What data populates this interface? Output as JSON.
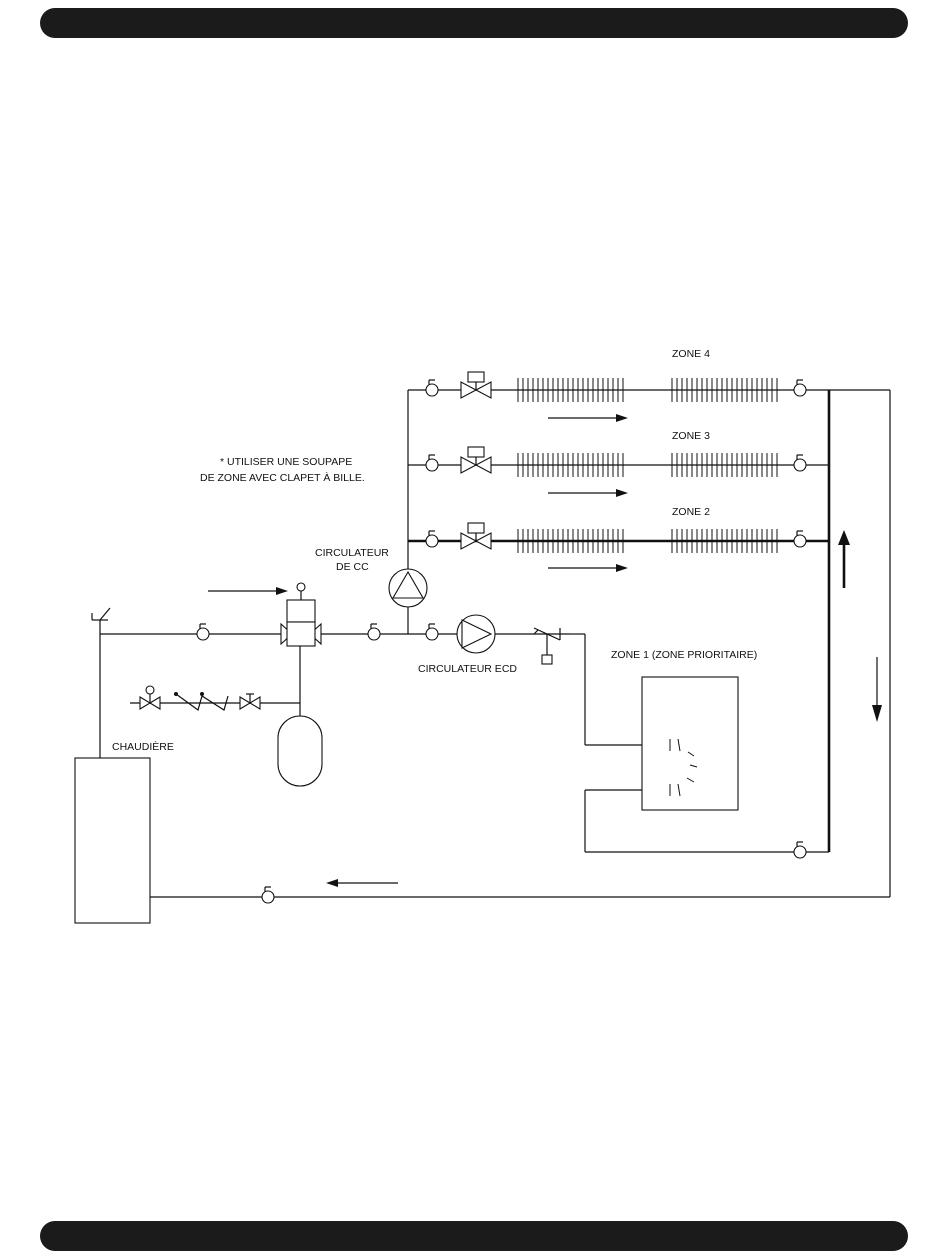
{
  "labels": {
    "zone4": "ZONE 4",
    "zone3": "ZONE 3",
    "zone2": "ZONE 2",
    "zone1": "ZONE 1 (ZONE PRIORITAIRE)",
    "note_line1": "* UTILISER UNE SOUPAPE",
    "note_line2": "DE ZONE AVEC CLAPET À BILLE.",
    "circ_cc_line1": "CIRCULATEUR",
    "circ_cc_line2": "DE CC",
    "circ_ecd": "CIRCULATEUR ECD",
    "boiler": "CHAUDIÈRE"
  },
  "icons": {
    "pump": "circulator-pump-icon",
    "zone_valve": "zone-valve-icon",
    "isolation_valve": "ball-valve-icon",
    "check_valve": "check-valve-icon",
    "radiator": "baseboard-radiator-icon",
    "tank": "expansion-tank-icon",
    "air_separator": "air-separator-icon",
    "relief_valve": "relief-valve-icon",
    "flow_arrow": "flow-arrow-icon"
  },
  "colors": {
    "line": "#111111",
    "bars": "#1b1b1b",
    "background": "#ffffff"
  }
}
